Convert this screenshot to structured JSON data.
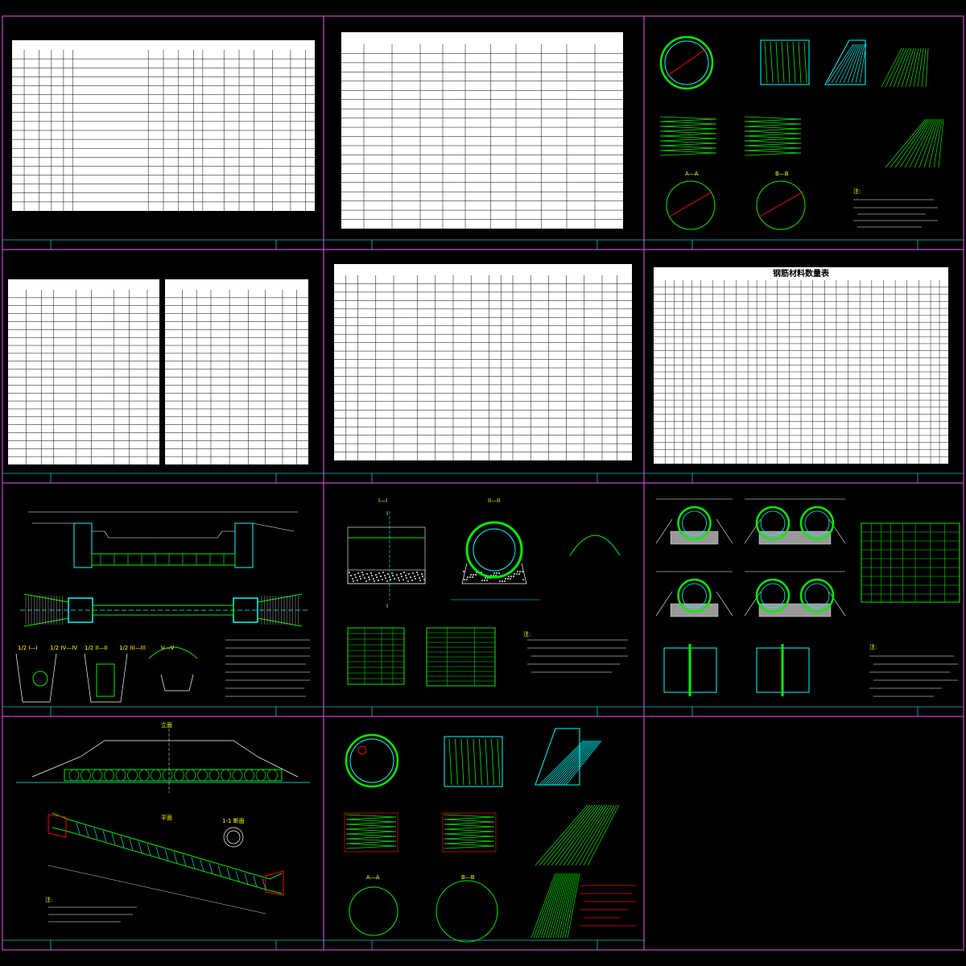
{
  "drawing": {
    "background": "#000000",
    "frame_color": "#cc44cc",
    "line_color": "#00ee00",
    "accent_color": "#00ffff",
    "highlight_color": "#ff0000",
    "table_sheet_color": "#ffffff"
  },
  "sheets": [
    {
      "id": "s1",
      "kind": "table",
      "caption": ""
    },
    {
      "id": "s2",
      "kind": "table",
      "caption": ""
    },
    {
      "id": "s3",
      "kind": "rebar-detail",
      "caption": ""
    },
    {
      "id": "s4",
      "kind": "table-double",
      "caption": "",
      "heading": ""
    },
    {
      "id": "s5",
      "kind": "table",
      "caption": ""
    },
    {
      "id": "s6",
      "kind": "quantity-table",
      "caption": "",
      "heading": "钢筋材料数量表"
    },
    {
      "id": "s7",
      "kind": "culvert-general",
      "caption": ""
    },
    {
      "id": "s8",
      "kind": "culvert-section",
      "caption": ""
    },
    {
      "id": "s9",
      "kind": "foundation",
      "caption": ""
    },
    {
      "id": "s10",
      "kind": "culvert-layout",
      "caption": ""
    },
    {
      "id": "s11",
      "kind": "rebar-detail-2",
      "caption": ""
    }
  ],
  "labels": {
    "section_a": "A—A",
    "section_b": "B—B",
    "section_1": "I—I",
    "section_2": "II—II",
    "mark_I": "I",
    "s7_sections": [
      "1/2 I—I",
      "1/2 II—II",
      "1/2 III—III",
      "1/2 IV—IV",
      "V—V"
    ],
    "s10_views": [
      "立面",
      "平面",
      "1-1 断面"
    ]
  }
}
